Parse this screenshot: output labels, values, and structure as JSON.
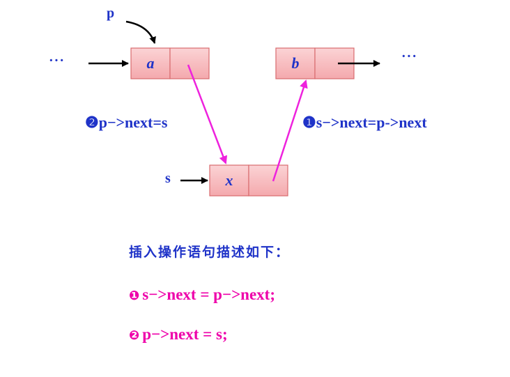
{
  "diagram": {
    "pointer_p": "p",
    "pointer_s": "s",
    "ellipsis_left": "···",
    "ellipsis_right": "···",
    "node_a_value": "a",
    "node_b_value": "b",
    "node_x_value": "x",
    "step2_label": "❷p−>next=s",
    "step1_label": "❶s−>next=p->next"
  },
  "colors": {
    "node_fill": "#f9c6c9",
    "node_stroke": "#d86b6e",
    "pink_arrow": "#ee22dd",
    "text_blue": "#1f33c8",
    "code_pink": "#ee00aa"
  },
  "description": {
    "heading": "插入操作语句描述如下：",
    "statements": [
      {
        "num": "❶",
        "code": "s−>next = p−>next;"
      },
      {
        "num": "❷",
        "code": "p−>next = s;"
      }
    ]
  }
}
